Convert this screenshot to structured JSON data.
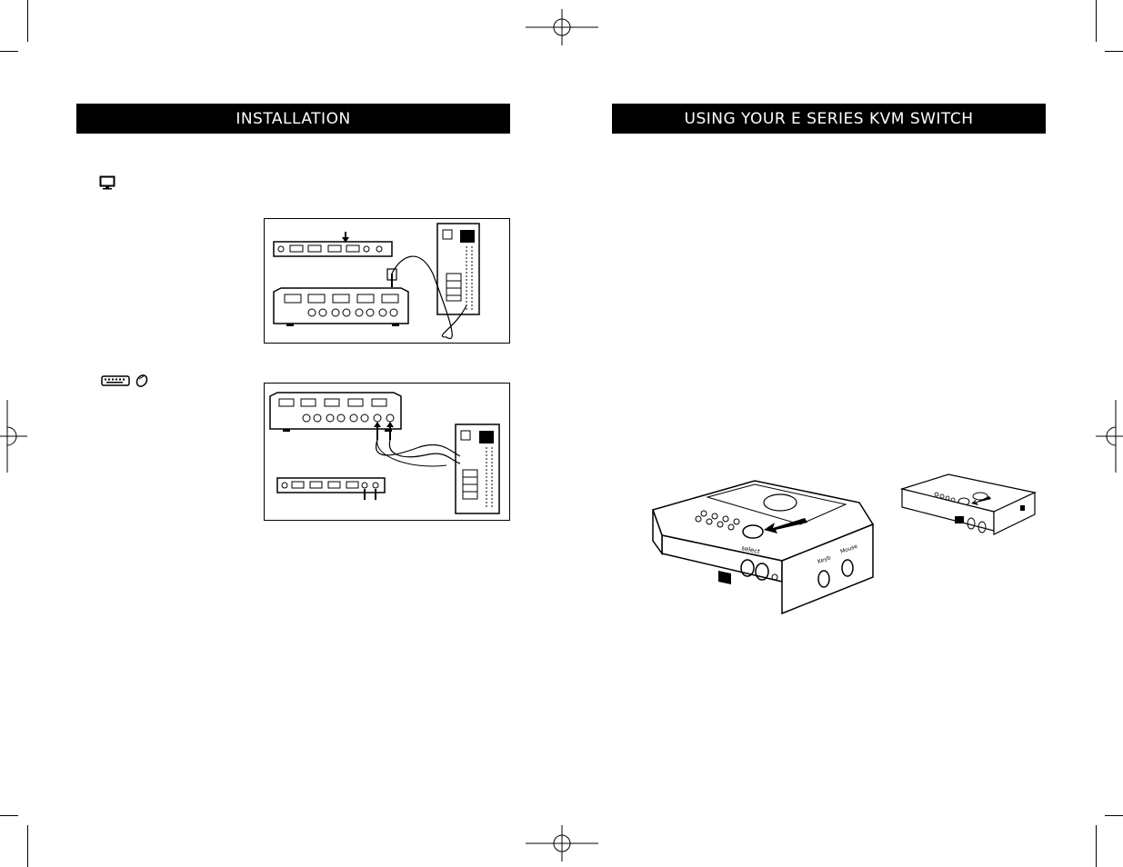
{
  "left_page": {
    "header": "INSTALLATION",
    "step_icons": [
      "monitor-icon",
      "keyboard-icon",
      "mouse-icon"
    ]
  },
  "right_page": {
    "header": "USING YOUR E SERIES KVM SWITCH",
    "illustration_labels": {
      "front_port_1": "Keyb",
      "front_port_2": "Mouse",
      "top_label": "select"
    }
  },
  "colors": {
    "banner_bg": "#000000",
    "banner_text": "#ffffff",
    "page_bg": "#ffffff"
  }
}
